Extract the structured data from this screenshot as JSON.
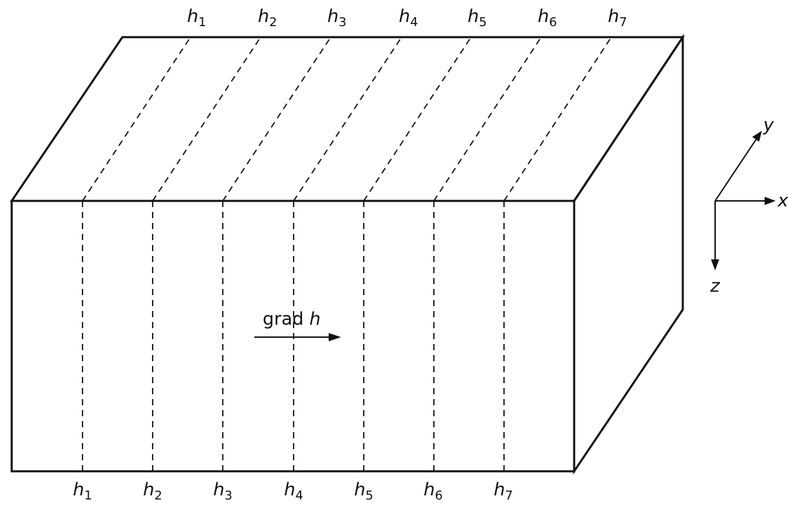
{
  "contours": [
    {
      "symbol": "h",
      "index": "1"
    },
    {
      "symbol": "h",
      "index": "2"
    },
    {
      "symbol": "h",
      "index": "3"
    },
    {
      "symbol": "h",
      "index": "4"
    },
    {
      "symbol": "h",
      "index": "5"
    },
    {
      "symbol": "h",
      "index": "6"
    },
    {
      "symbol": "h",
      "index": "7"
    }
  ],
  "gradient": {
    "text": "grad",
    "symbol": "h"
  },
  "axes": {
    "x": "x",
    "y": "y",
    "z": "z"
  }
}
